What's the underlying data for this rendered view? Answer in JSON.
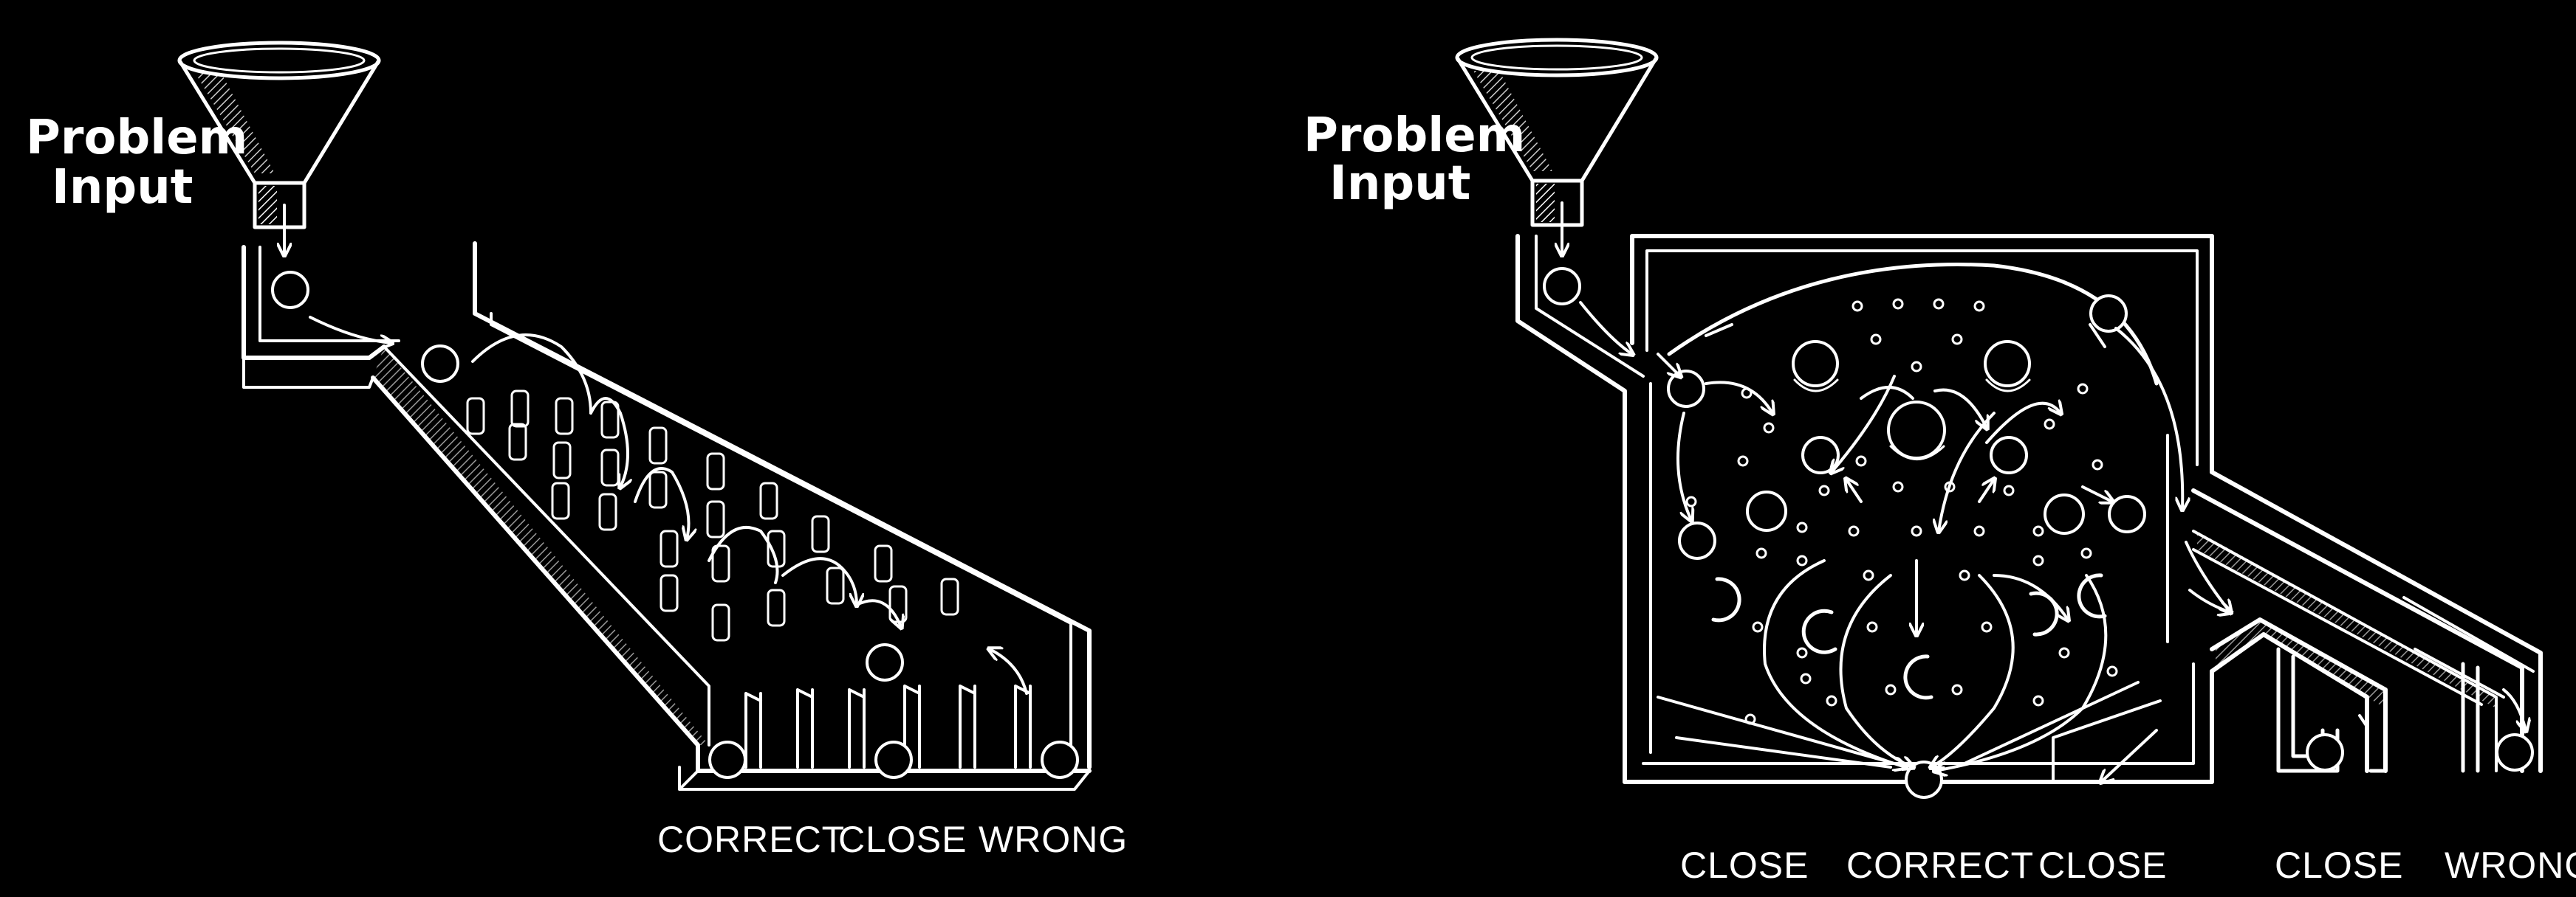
{
  "left_machine": {
    "input_label": [
      "Problem",
      "Input"
    ],
    "bin_labels": [
      "CORRECT",
      "CLOSE",
      "WRONG"
    ]
  },
  "right_machine": {
    "input_label": [
      "Problem",
      "Input"
    ],
    "bin_labels": [
      "CLOSE",
      "CORRECT",
      "CLOSE",
      "CLOSE",
      "WRONG"
    ]
  }
}
